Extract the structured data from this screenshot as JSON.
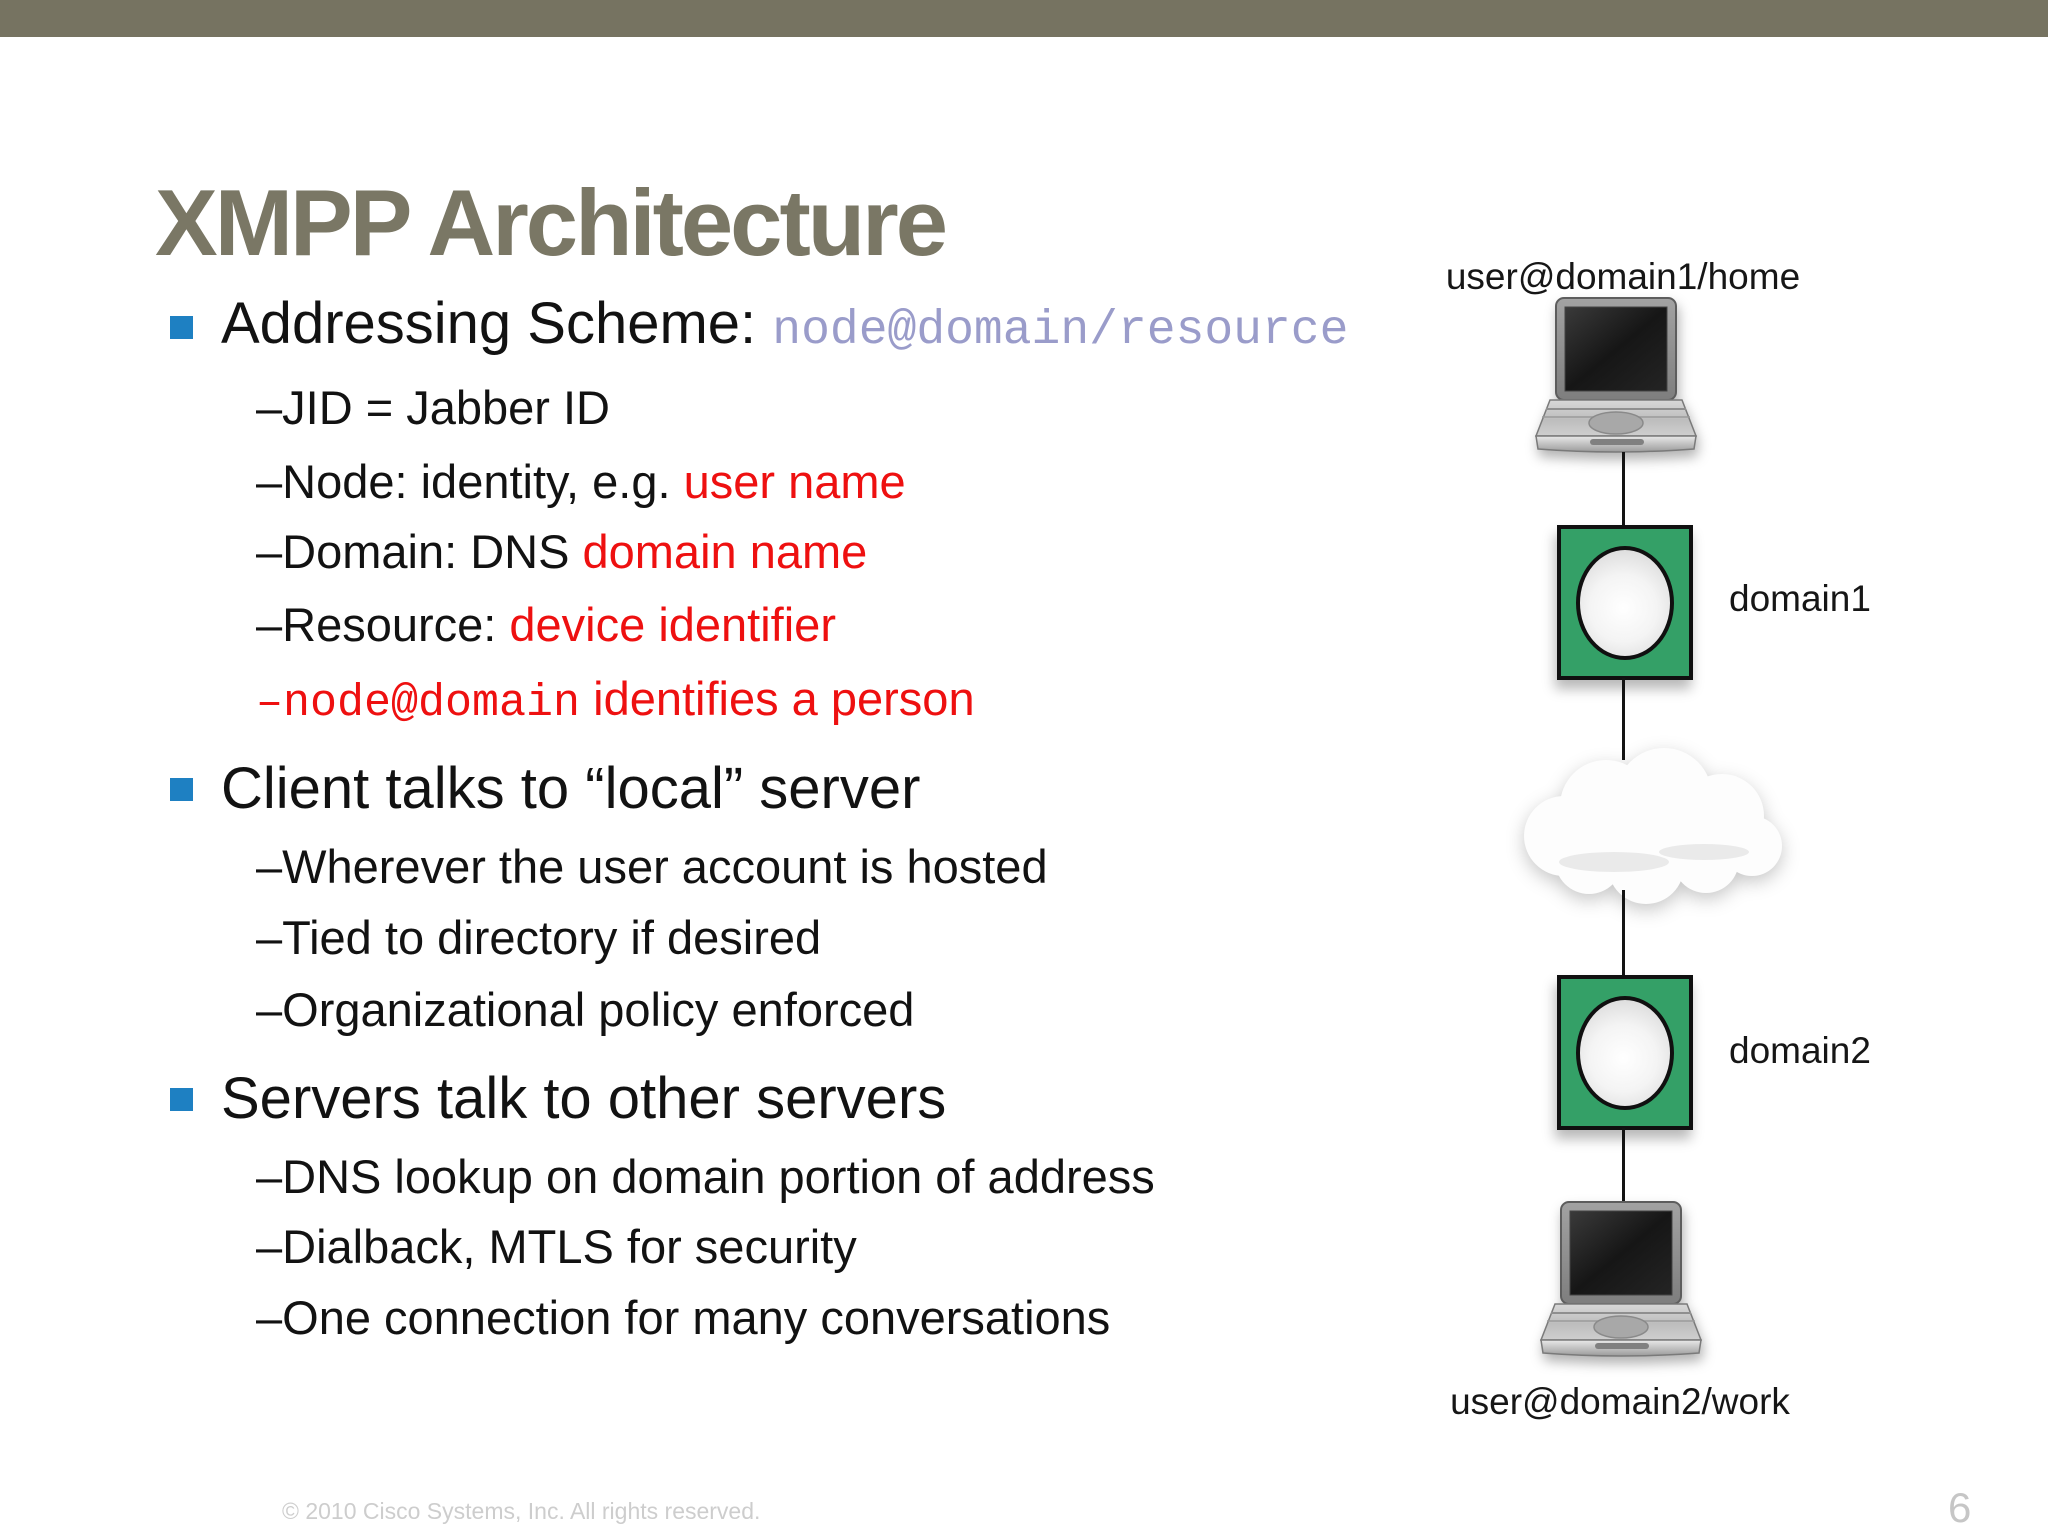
{
  "slide": {
    "title": "XMPP Architecture",
    "footer": {
      "copyright": "© 2010 Cisco Systems, Inc. All rights reserved.",
      "page_number": "6"
    },
    "colors": {
      "top_band": "#767361",
      "title_text": "#7a7765",
      "bullet_square": "#1e80c2",
      "emphasis_red": "#ee1010",
      "mono_lavender": "#9a9cca",
      "server_box_green": "#34a067"
    }
  },
  "content": {
    "bullets": [
      {
        "heading": {
          "segments": [
            {
              "text": "Addressing Scheme: "
            },
            {
              "text": "node@domain/resource"
            }
          ]
        },
        "subs": [
          {
            "segments": [
              {
                "text": "–JID = Jabber ID"
              }
            ]
          },
          {
            "segments": [
              {
                "text": "–Node: identity, e.g. "
              },
              {
                "text": "user name"
              }
            ]
          },
          {
            "segments": [
              {
                "text": "–Domain: DNS "
              },
              {
                "text": "domain name"
              }
            ]
          },
          {
            "segments": [
              {
                "text": "–Resource: "
              },
              {
                "text": "device identifier"
              }
            ]
          },
          {
            "segments": [
              {
                "text": "–node@domain"
              },
              {
                "text": " identifies a person"
              }
            ]
          }
        ]
      },
      {
        "heading": {
          "segments": [
            {
              "text": "Client talks to “local” server"
            }
          ]
        },
        "subs": [
          {
            "segments": [
              {
                "text": "–Wherever the user account is hosted"
              }
            ]
          },
          {
            "segments": [
              {
                "text": "–Tied to directory if desired"
              }
            ]
          },
          {
            "segments": [
              {
                "text": "–Organizational policy enforced"
              }
            ]
          }
        ]
      },
      {
        "heading": {
          "segments": [
            {
              "text": "Servers talk to other servers"
            }
          ]
        },
        "subs": [
          {
            "segments": [
              {
                "text": "–DNS lookup on domain portion of address"
              }
            ]
          },
          {
            "segments": [
              {
                "text": "–Dialback, MTLS for security"
              }
            ]
          },
          {
            "segments": [
              {
                "text": "–One connection for many conversations"
              }
            ]
          }
        ]
      }
    ]
  },
  "diagram": {
    "nodes": [
      {
        "type": "client",
        "label": "user@domain1/home"
      },
      {
        "type": "server",
        "label": "domain1"
      },
      {
        "type": "cloud"
      },
      {
        "type": "server",
        "label": "domain2"
      },
      {
        "type": "client",
        "label": "user@domain2/work"
      }
    ]
  }
}
